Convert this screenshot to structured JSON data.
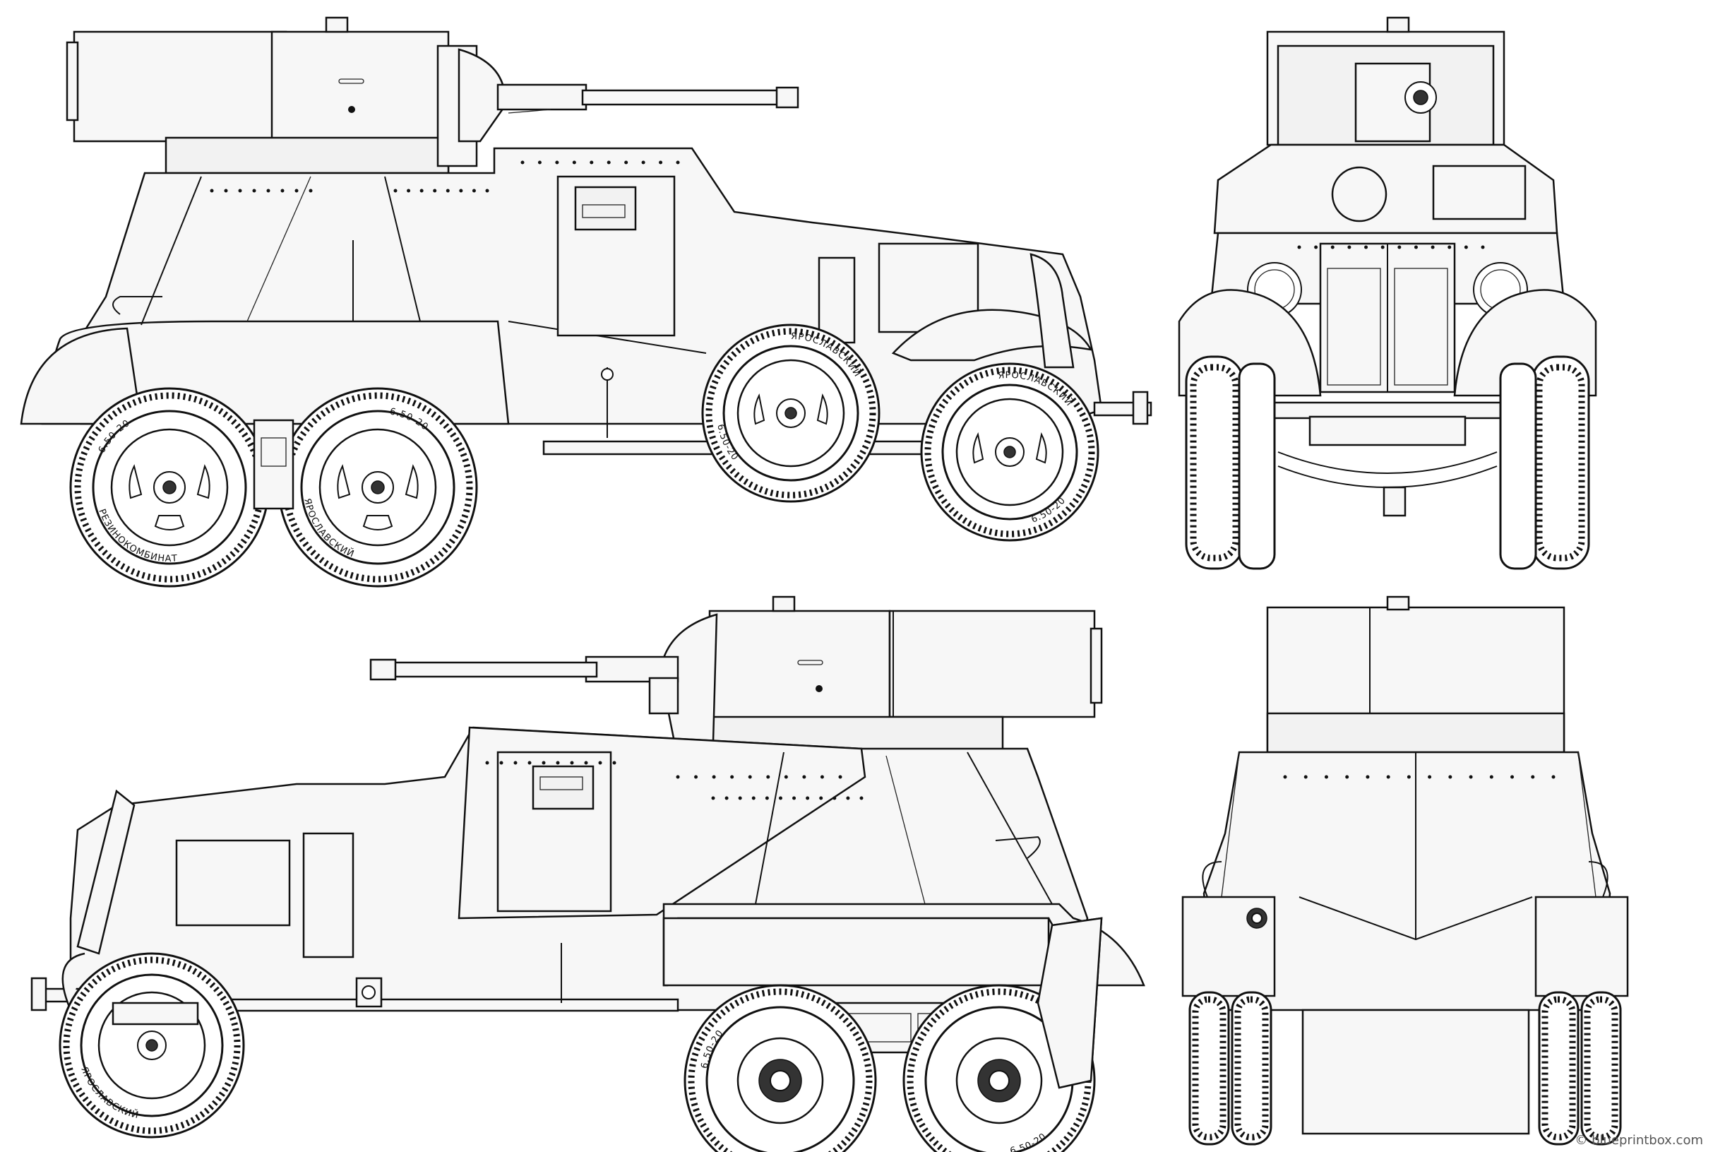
{
  "watermark": {
    "text": "© blueprintbox.com"
  },
  "tyre_markings": {
    "maker": "ЯРОСЛАВСКИЙ",
    "factory": "РЕЗИНОКОМБИНАТ",
    "size": "6.50-20"
  },
  "colors": {
    "line": "#111111",
    "fill": "#f7f7f7",
    "background": "#ffffff"
  }
}
